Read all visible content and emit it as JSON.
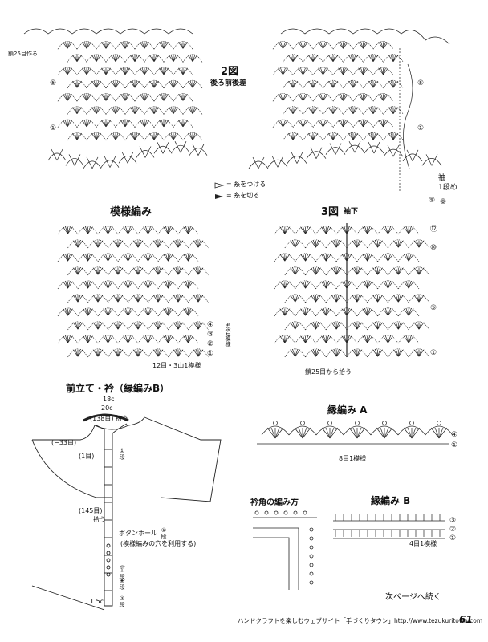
{
  "diagram2": {
    "title": "2図",
    "subtitle": "後ろ前後差",
    "chain_start": "鎖25目作る",
    "legend_attach": "= 糸をつける",
    "legend_cut": "= 糸を切る",
    "sleeve_label": "袖",
    "sleeve_round": "1段め",
    "row_markers": [
      "⑤",
      "①",
      "⑤",
      "①",
      "⑨",
      "⑧"
    ]
  },
  "pattern": {
    "title": "模様編み",
    "rows": [
      "④",
      "③",
      "②",
      "①"
    ],
    "repeat_label": "4段1模様",
    "footer": "12目・3山1模様"
  },
  "diagram3": {
    "title": "3図",
    "subtitle": "袖下",
    "rows": [
      "⑫",
      "⑩",
      "⑤",
      "①"
    ],
    "footer": "鎖25目から拾う"
  },
  "front": {
    "title": "前立て・衿（緑編みB）",
    "width_top": "18c",
    "width_bottom": "20c",
    "pick_138": "(138目) 拾う",
    "minus_33": "(−33目)",
    "one_stitch": "(1目)",
    "pick_145": "(145目)",
    "pick_145b": "拾う",
    "buttonhole": "ボタンホール",
    "buttonhole_note": "(模様編みの穴を利用する)",
    "row1": "①段",
    "row8": "⑧段",
    "row3": "③段",
    "bottom": "1.5c",
    "side_mark": "①段",
    "paren_row1": "(①段)"
  },
  "edgeA": {
    "title": "縁編み A",
    "rows": [
      "④",
      "①"
    ],
    "footer": "8目1模様"
  },
  "corner": {
    "title": "衿角の編み方"
  },
  "edgeB": {
    "title": "縁編み B",
    "rows": [
      "③",
      "②",
      "①"
    ],
    "footer": "4目1模様"
  },
  "footer": {
    "next_page": "次ページへ続く",
    "website": "ハンドクラフトを楽しむウェブサイト「手づくりタウン」http://www.tezukuritown.com",
    "page": "61"
  }
}
